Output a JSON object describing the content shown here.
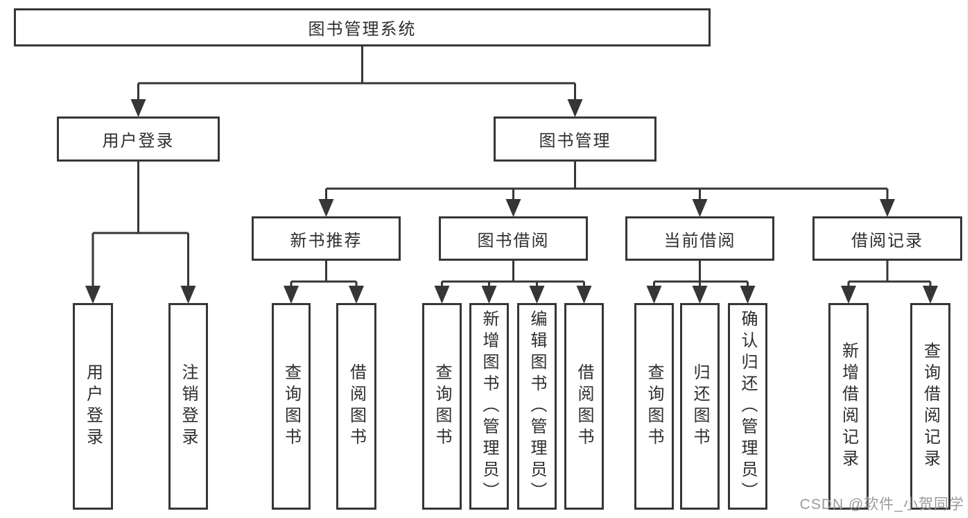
{
  "diagram": {
    "title": "图书管理系统",
    "watermark": "CSDN @软件_小贺同学",
    "colors": {
      "line": "#363636",
      "box_border": "#363636",
      "text": "#2e2e2e",
      "background": "#ffffff",
      "watermark_text": "#9a9a9a",
      "right_edge_strip": "#f6c3c4"
    },
    "tree": {
      "label": "图书管理系统",
      "children": [
        {
          "label": "用户登录",
          "children": [
            {
              "label": "用户登录"
            },
            {
              "label": "注销登录"
            }
          ]
        },
        {
          "label": "图书管理",
          "children": [
            {
              "label": "新书推荐",
              "children": [
                {
                  "label": "查询图书"
                },
                {
                  "label": "借阅图书"
                }
              ]
            },
            {
              "label": "图书借阅",
              "children": [
                {
                  "label": "查询图书"
                },
                {
                  "label": "新增图书（管理员）"
                },
                {
                  "label": "编辑图书（管理员）"
                },
                {
                  "label": "借阅图书"
                }
              ]
            },
            {
              "label": "当前借阅",
              "children": [
                {
                  "label": "查询图书"
                },
                {
                  "label": "归还图书"
                },
                {
                  "label": "确认归还（管理员）"
                }
              ]
            },
            {
              "label": "借阅记录",
              "children": [
                {
                  "label": "新增借阅记录"
                },
                {
                  "label": "查询借阅记录"
                }
              ]
            }
          ]
        }
      ]
    }
  }
}
